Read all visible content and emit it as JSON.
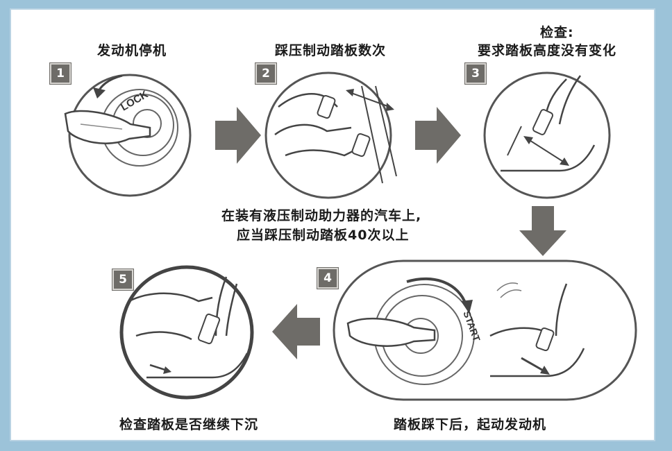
{
  "steps": [
    {
      "number": "1",
      "caption": "发动机停机"
    },
    {
      "number": "2",
      "caption": "踩压制动踏板数次"
    },
    {
      "number": "3",
      "caption_line1": "检查:",
      "caption_line2": "要求踏板高度没有变化"
    },
    {
      "number": "4",
      "caption": "踏板踩下后，起动发动机"
    },
    {
      "number": "5",
      "caption": "检查踏板是否继续下沉"
    }
  ],
  "note": {
    "line1": "在装有液压制动助力器的汽车上,",
    "line2": "应当踩压制动踏板40次以上"
  },
  "ignition_labels": {
    "lock": "LOCK",
    "start": "START"
  },
  "colors": {
    "arrow": "#6e6c68",
    "badge": "#6e6c68",
    "line": "#4a4a4a",
    "background": "#9cc3d9"
  }
}
